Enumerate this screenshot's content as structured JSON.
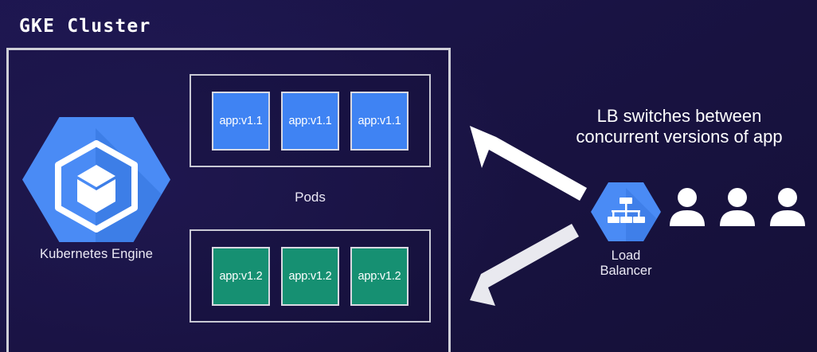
{
  "diagram": {
    "title": "GKE Cluster",
    "background_color": "#191343",
    "border_color": "#cfcfd8"
  },
  "cluster": {
    "node": {
      "icon": "gke-hexagon-icon",
      "label": "Kubernetes Engine",
      "hex_color": "#4285f4"
    },
    "pods_caption": "Pods",
    "pod_rows": [
      {
        "version": "v1.1",
        "color": "#3f83f3",
        "pods": [
          "app:v1.1",
          "app:v1.1",
          "app:v1.1"
        ]
      },
      {
        "version": "v1.2",
        "color": "#169072",
        "pods": [
          "app:v1.2",
          "app:v1.2",
          "app:v1.2"
        ]
      }
    ]
  },
  "load_balancer": {
    "icon": "load-balancer-hexagon-icon",
    "label_line1": "Load",
    "label_line2": "Balancer",
    "hex_color": "#4285f4"
  },
  "users": {
    "icon": "user-icon",
    "count": 3,
    "color": "#ffffff"
  },
  "callout": {
    "line1": "LB switches between",
    "line2": "concurrent versions of app",
    "color": "#ffffff"
  },
  "arrows": {
    "upper": {
      "name": "arrow-to-v1-1-pods",
      "direction": "up-left",
      "color": "#ffffff"
    },
    "lower": {
      "name": "arrow-to-v1-2-pods",
      "direction": "down-left",
      "color": "#e8e8ee"
    }
  }
}
